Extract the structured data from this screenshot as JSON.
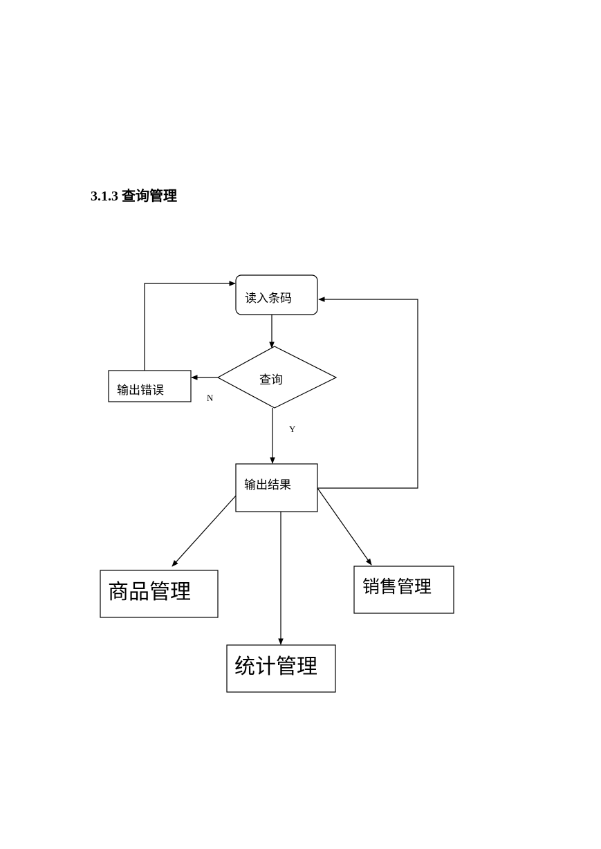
{
  "section_heading": "3.1.3 查询管理",
  "flowchart": {
    "nodes": {
      "read_barcode": "读入条码",
      "query": "查询",
      "output_error": "输出错误",
      "output_result": "输出结果",
      "goods_management": "商品管理",
      "sales_management": "销售管理",
      "statistics_management": "统计管理"
    },
    "edge_labels": {
      "no": "N",
      "yes": "Y"
    }
  }
}
